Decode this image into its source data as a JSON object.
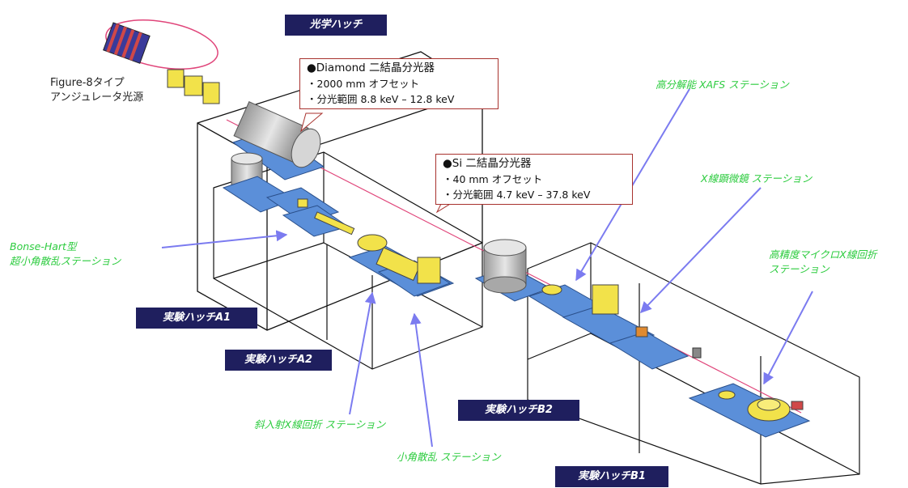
{
  "labels": {
    "optics_hutch": "光学ハッチ",
    "source_line1": "Figure-8タイプ",
    "source_line2": "アンジュレータ光源",
    "hutch_a1": "実験ハッチA1",
    "hutch_a2": "実験ハッチA2",
    "hutch_b2": "実験ハッチB2",
    "hutch_b1": "実験ハッチB1"
  },
  "callouts": {
    "diamond": {
      "title": "●Diamond 二結晶分光器",
      "line1": "・2000 mm オフセット",
      "line2": "・分光範囲 8.8 keV – 12.8 keV"
    },
    "si": {
      "title": "●Si 二結晶分光器",
      "line1": "・40 mm オフセット",
      "line2": "・分光範囲 4.7 keV – 37.8 keV"
    }
  },
  "stations": {
    "high_res_xafs": "高分解能 XAFS ステーション",
    "xray_microscope": "X線顕微鏡 ステーション",
    "micro_xrd_line1": "高精度マイクロX線回折",
    "micro_xrd_line2": "ステーション",
    "bonse_hart_line1": "Bonse-Hart型",
    "bonse_hart_line2": "超小角散乱ステーション",
    "grazing_xrd": "斜入射X線回折 ステーション",
    "saxs": "小角散乱 ステーション"
  },
  "colors": {
    "hutch_bg": "#1f1f5e",
    "station_text": "#2ecc40",
    "arrow": "#7b7bf0",
    "beam": "#e0457a",
    "table_blue": "#5b8fd9",
    "device_yellow": "#f2e24a",
    "device_gray": "#bdbdbd"
  }
}
